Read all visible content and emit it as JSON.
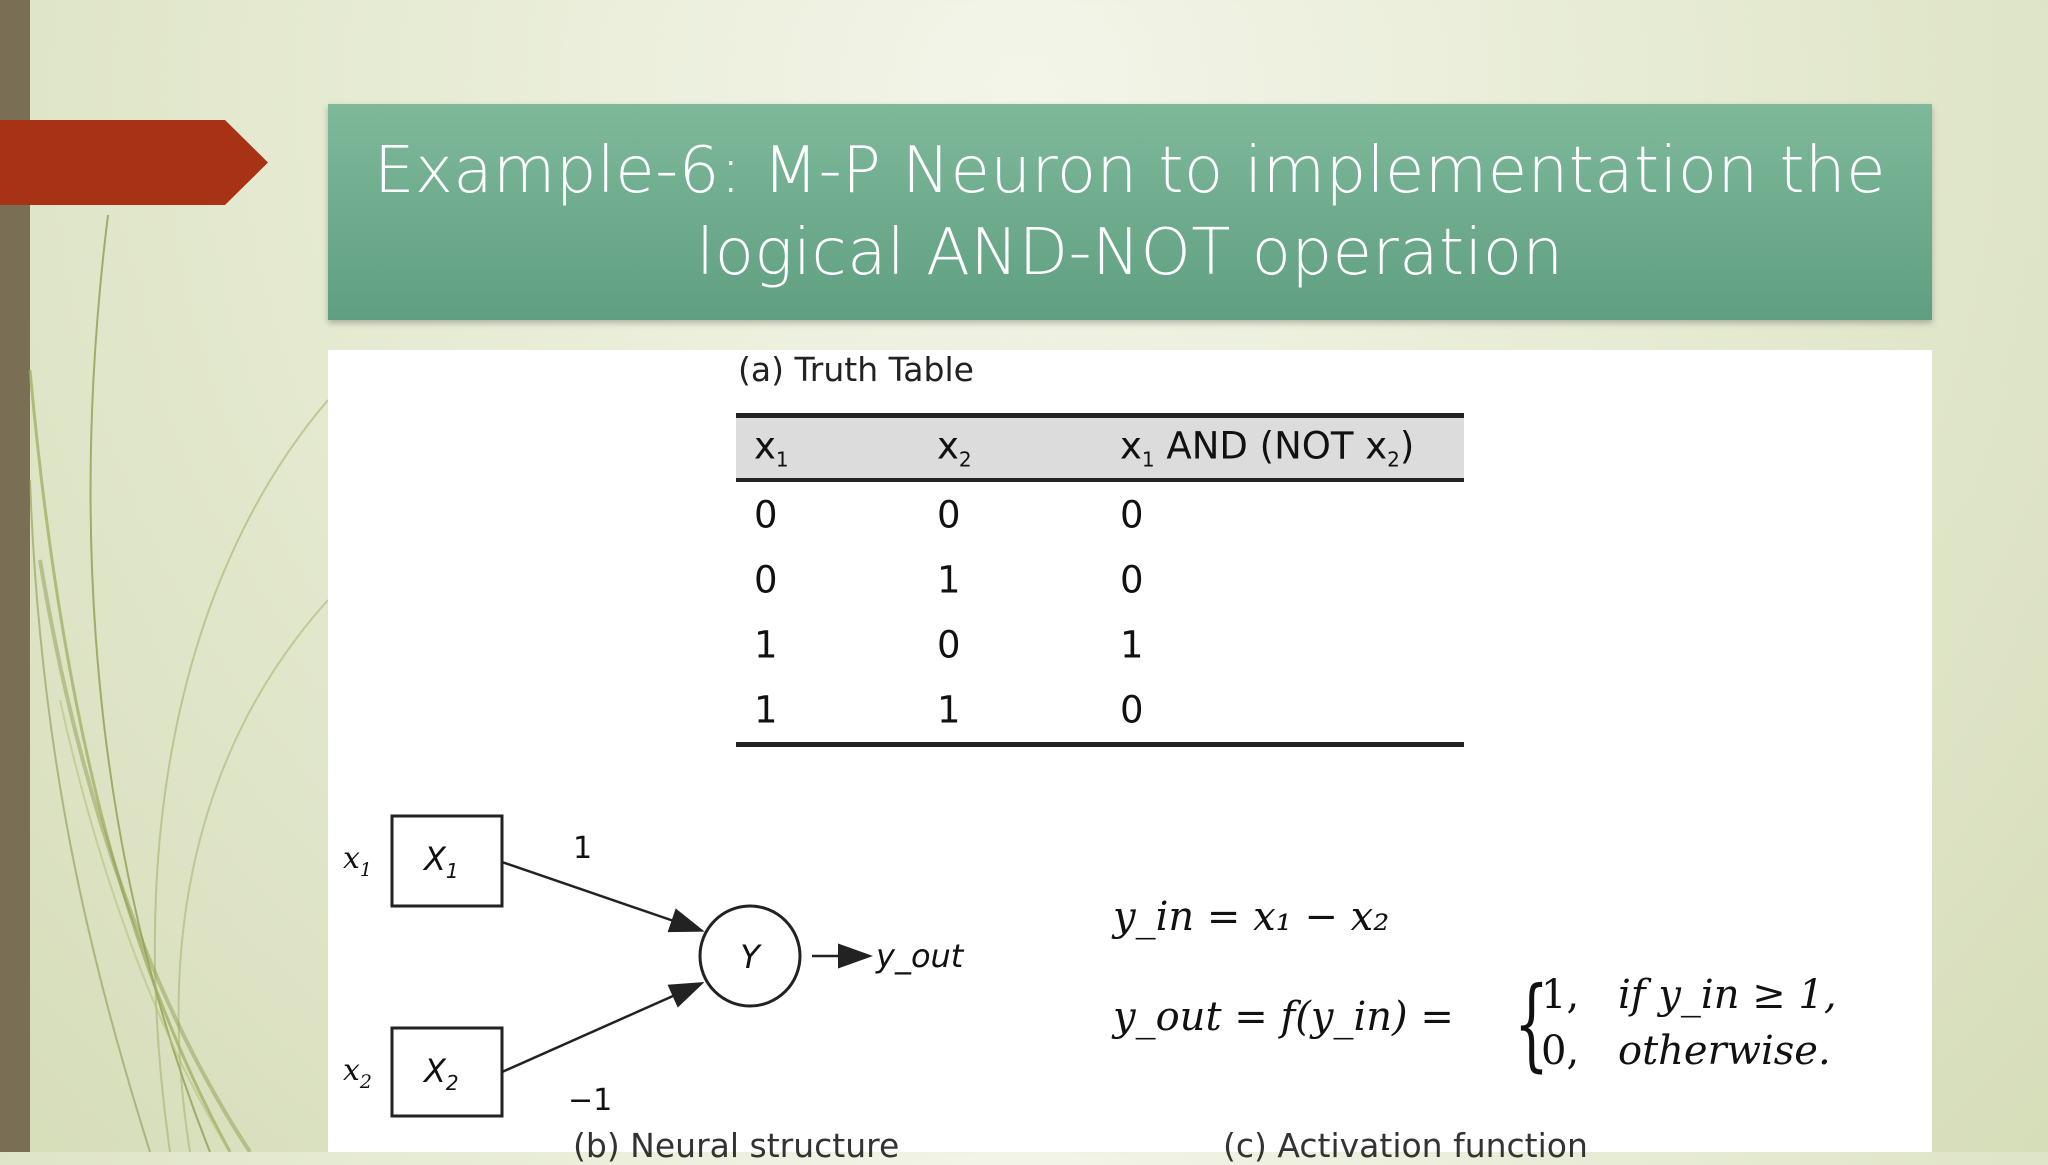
{
  "slide": {
    "title": "Example-6: M-P Neuron to implementation the logical AND-NOT operation"
  },
  "truth_table": {
    "caption": "(a) Truth Table",
    "headers": [
      {
        "main": "x",
        "sub": "1",
        "rest": ""
      },
      {
        "main": "x",
        "sub": "2",
        "rest": ""
      },
      {
        "main": "x",
        "sub": "1",
        "rest": " AND (NOT x",
        "sub2": "2",
        "end": ")"
      }
    ],
    "rows": [
      [
        "0",
        "0",
        "0"
      ],
      [
        "0",
        "1",
        "0"
      ],
      [
        "1",
        "0",
        "1"
      ],
      [
        "1",
        "1",
        "0"
      ]
    ]
  },
  "neural_structure": {
    "input1_label": "x",
    "input1_sub": "1",
    "node1_label": "X",
    "node1_sub": "1",
    "input2_label": "x",
    "input2_sub": "2",
    "node2_label": "X",
    "node2_sub": "2",
    "weight1": "1",
    "weight2": "−1",
    "output_node": "Y",
    "output_label": "y_out",
    "caption": "(b) Neural structure"
  },
  "activation": {
    "line1": "y_in = x₁ − x₂",
    "line2": "y_out = f(y_in) =",
    "case1_value": "1,",
    "case1_condition": "if  y_in ≥ 1,",
    "case2_value": "0,",
    "case2_condition": "otherwise.",
    "caption": "(c) Activation function"
  },
  "colors": {
    "title_bg": "#6aa98a",
    "accent_arrow": "#a83215",
    "left_bar": "#7a6e55"
  }
}
